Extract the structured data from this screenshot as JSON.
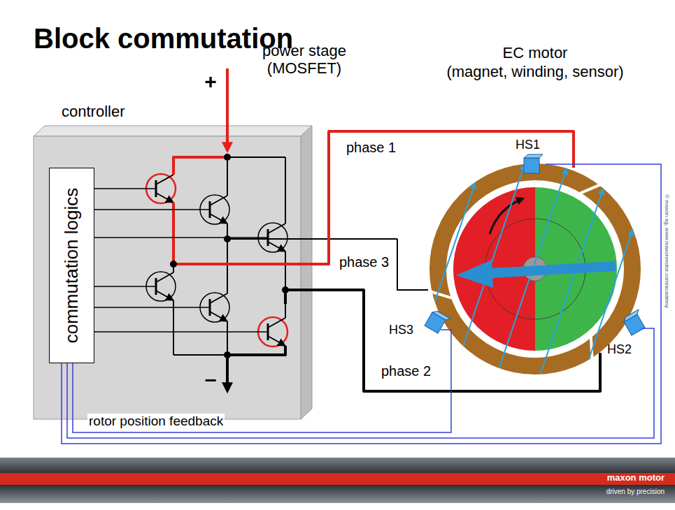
{
  "diagram": {
    "title": "Block commutation",
    "nodes": [
      {
        "text": [
          "controller"
        ]
      },
      {
        "text": [
          "commutation logics"
        ],
        "in": 0
      },
      {
        "text": [
          "EC motor",
          "(magnet, winding, sensor)"
        ]
      }
    ],
    "edges": [
      {
        "from": 2,
        "to": 1,
        "arrow": "none",
        "label": "rotor position feedback"
      }
    ],
    "labels": [
      "+",
      "power stage (MOSFET)",
      "phase 1",
      "phase 3",
      "phase 2",
      "HS1",
      "HS2",
      "HS3",
      "–",
      "maxon motor",
      "driven by precision",
      "© maxon ag, www.maxonmotor.com/academy"
    ]
  }
}
